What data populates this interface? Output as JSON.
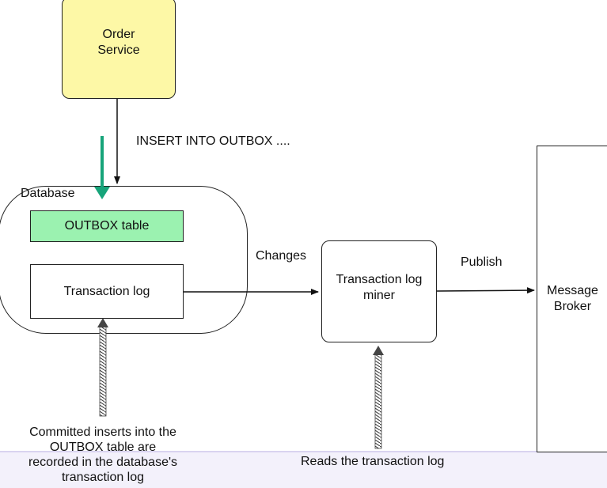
{
  "nodes": {
    "order_service": "Order\nService",
    "database": "Database",
    "outbox_table": "OUTBOX table",
    "transaction_log": "Transaction log",
    "miner": "Transaction log\nminer",
    "broker": "Message\nBroker"
  },
  "edges": {
    "insert": "INSERT INTO OUTBOX ....",
    "changes": "Changes",
    "publish": "Publish"
  },
  "annotations": {
    "committed": "Committed inserts into the\nOUTBOX table are\nrecorded in the database's\ntransaction log",
    "reads": "Reads the transaction log"
  },
  "colors": {
    "order_service_fill": "#fdf8a6",
    "outbox_fill": "#9bf2b0",
    "highlight_arrow": "#17a47a"
  }
}
